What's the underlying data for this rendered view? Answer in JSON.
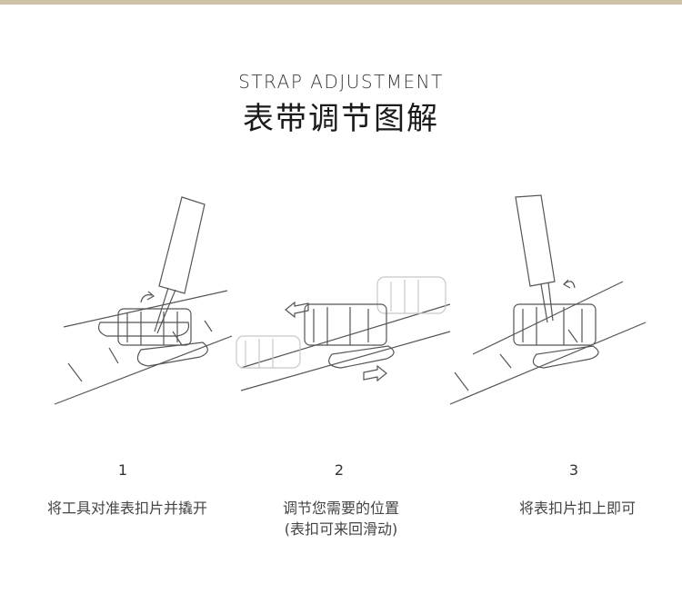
{
  "header": {
    "title_en": "STRAP ADJUSTMENT",
    "title_zh": "表带调节图解"
  },
  "steps": [
    {
      "number": "1",
      "text": "将工具对准表扣片并撬开",
      "subtext": ""
    },
    {
      "number": "2",
      "text": "调节您需要的位置",
      "subtext": "(表扣可来回滑动)"
    },
    {
      "number": "3",
      "text": "将表扣片扣上即可",
      "subtext": ""
    }
  ],
  "colors": {
    "accent_bar": "#cdc2a6",
    "line": "#555555",
    "light_line": "#c8c8c8"
  }
}
